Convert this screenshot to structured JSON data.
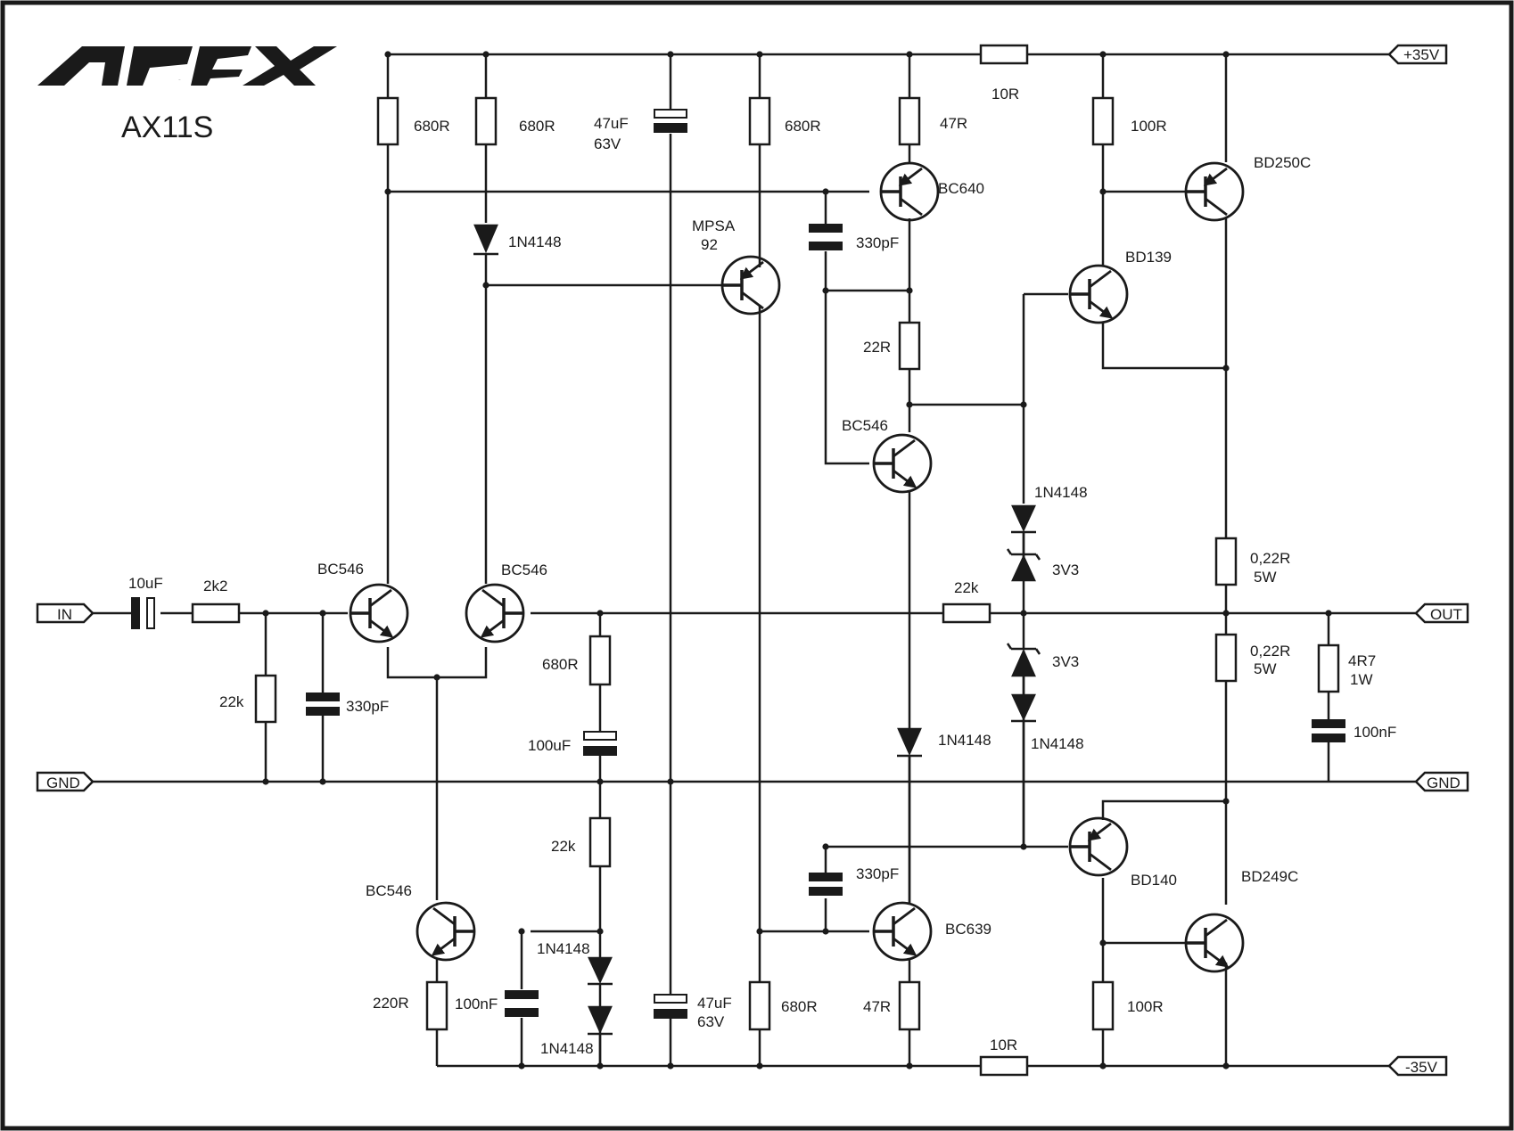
{
  "logo": "APEX",
  "model": "AX11S",
  "rails": {
    "pos": "+35V",
    "neg": "-35V"
  },
  "ports": {
    "in": "IN",
    "out": "OUT",
    "gnd_left": "GND",
    "gnd_right": "GND"
  },
  "labels": {
    "r_680_1": "680R",
    "r_680_2": "680R",
    "c_47u_top": "47uF",
    "c_47u_top_v": "63V",
    "r_680_3": "680R",
    "r_47_top": "47R",
    "r_10_top": "10R",
    "r_100_top": "100R",
    "bd250c": "BD250C",
    "bc640": "BC640",
    "mpsa_a": "MPSA",
    "mpsa_b": "92",
    "d_1n4148_a": "1N4148",
    "c_330p_a": "330pF",
    "bd139": "BD139",
    "r_22": "22R",
    "bc546_vas": "BC546",
    "d_1n4148_b": "1N4148",
    "z_3v3_a": "3V3",
    "r_022_a": "0,22R",
    "r_022_a_w": "5W",
    "c_10u": "10uF",
    "r_2k2": "2k2",
    "bc546_in1": "BC546",
    "bc546_in2": "BC546",
    "r_22k_fb": "22k",
    "r_022_b": "0,22R",
    "r_022_b_w": "5W",
    "r_4r7": "4R7",
    "r_4r7_w": "1W",
    "z_3v3_b": "3V3",
    "r_22k_in": "22k",
    "c_330p_in": "330pF",
    "r_680_fb": "680R",
    "c_100u": "100uF",
    "c_100n_zob": "100nF",
    "d_1n4148_c": "1N4148",
    "d_1n4148_d": "1N4148",
    "r_22k_bias": "22k",
    "c_330p_b": "330pF",
    "bd140": "BD140",
    "bd249c": "BD249C",
    "bc546_cs": "BC546",
    "d_1n4148_e": "1N4148",
    "bc639": "BC639",
    "r_220": "220R",
    "c_100n_cs": "100nF",
    "c_47u_bot": "47uF",
    "c_47u_bot_v": "63V",
    "r_680_bot": "680R",
    "r_47_bot": "47R",
    "r_100_bot": "100R",
    "r_10_bot": "10R",
    "d_1n4148_f": "1N4148"
  }
}
